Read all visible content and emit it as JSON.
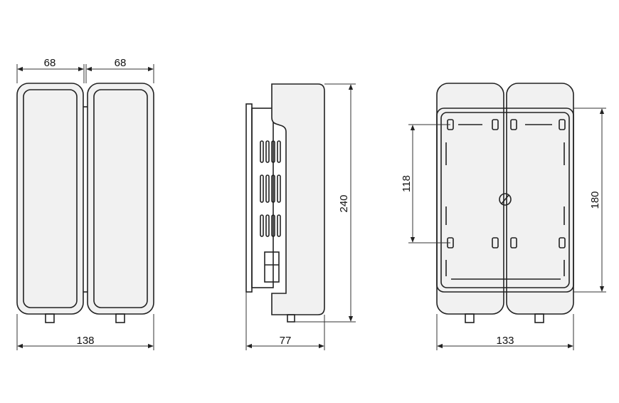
{
  "dimensions": {
    "front_width_left": "68",
    "front_width_right": "68",
    "front_total_width": "138",
    "side_depth": "77",
    "side_height": "240",
    "rear_hole_spacing": "118",
    "rear_plate_height": "180",
    "rear_width": "133"
  },
  "colors": {
    "line": "#222222",
    "body_fill": "#f1f1f1",
    "background": "#ffffff"
  }
}
